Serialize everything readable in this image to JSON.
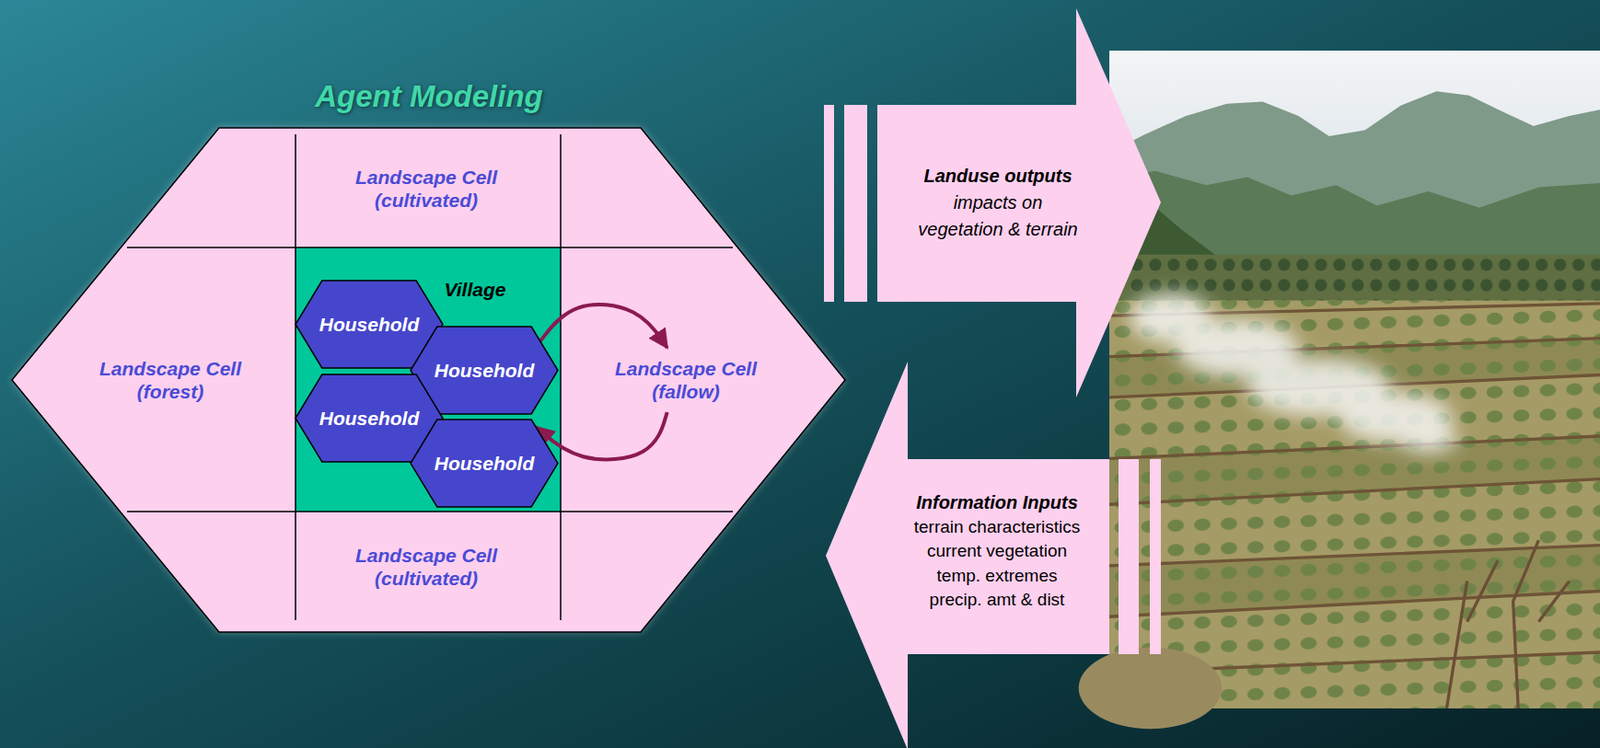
{
  "diagram": {
    "title": "Agent Modeling",
    "nodes": [
      {
        "text": [
          "Landscape Cell (cultivated)"
        ]
      },
      {
        "text": [
          "Landscape Cell (forest)"
        ]
      },
      {
        "text": [
          "Village"
        ]
      },
      {
        "text": [
          "Household"
        ],
        "in": 2
      },
      {
        "text": [
          "Household"
        ],
        "in": 2
      },
      {
        "text": [
          "Household"
        ],
        "in": 2
      },
      {
        "text": [
          "Household"
        ],
        "in": 2
      },
      {
        "text": [
          "Landscape Cell (fallow)"
        ]
      },
      {
        "text": [
          "Landscape Cell (cultivated)"
        ]
      },
      {
        "text": [
          "Landuse outputs",
          "impacts on vegetation & terrain"
        ]
      },
      {
        "text": [
          "Information Inputs",
          "terrain characteristics",
          "current vegetation",
          "temp. extremes",
          "precip. amt & dist"
        ]
      }
    ],
    "edges": [
      {
        "from": 4,
        "to": 7,
        "arrow": "to"
      },
      {
        "from": 7,
        "to": 6,
        "arrow": "to"
      }
    ]
  }
}
